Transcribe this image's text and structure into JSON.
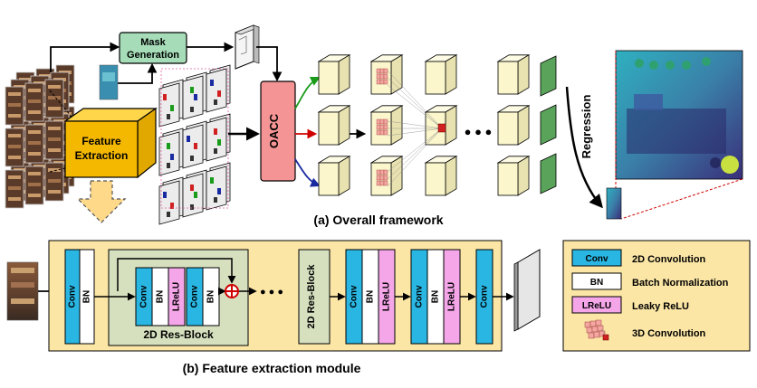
{
  "overall": {
    "title": "(a) Overall framework",
    "mask_generation_line1": "Mask",
    "mask_generation_line2": "Generation",
    "feature_extraction_line1": "Feature",
    "feature_extraction_line2": "Extraction",
    "oacc": "OACC",
    "regression": "Regression",
    "ellipsis": "● ● ●"
  },
  "module": {
    "title": "(b) Feature  extraction module",
    "conv": "Conv",
    "bn": "BN",
    "lrelu": "LReLU",
    "resblock_label": "2D Res-Block",
    "resblock_vertical": "2D Res-Block",
    "ellipsis": "● ● ●"
  },
  "legend": {
    "items": [
      {
        "symbol": "Conv",
        "label": "2D Convolution",
        "color": "#29b6e3"
      },
      {
        "symbol": "BN",
        "label": "Batch Normalization",
        "color": "#ffffff"
      },
      {
        "symbol": "LReLU",
        "label": "Leaky ReLU",
        "color": "#f4a6e8"
      },
      {
        "symbol": "",
        "label": "3D Convolution",
        "color": "#f4a7a0"
      }
    ]
  },
  "colors": {
    "feature_box": "#f5b800",
    "mask_box": "#a6dcb8",
    "oacc_box": "#f49494",
    "module_bg": "#fbe6a6",
    "resblock_bg": "#d6e0bf",
    "cube_face": "#fbf6cc",
    "green_plane": "#5aa35a",
    "legend_bg": "#fbe6a6"
  }
}
